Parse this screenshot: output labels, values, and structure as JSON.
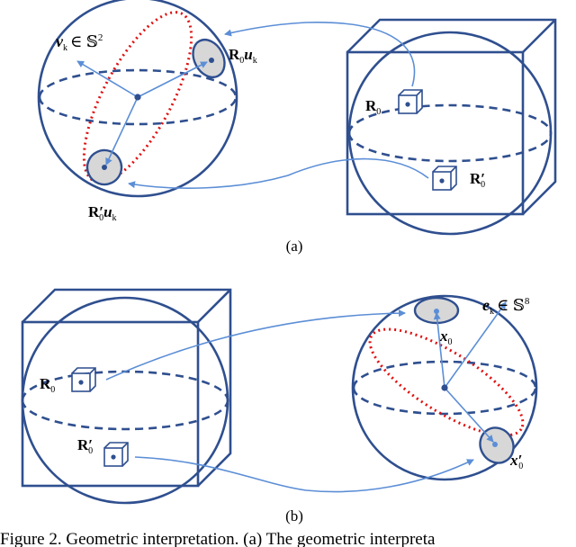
{
  "panel_a": {
    "panel_label": "(a)",
    "sphere_point_label": {
      "v": "v",
      "k": "k",
      "rel": "∈ 𝕊",
      "dim": "2"
    },
    "rotated_point_top": {
      "R": "R",
      "zero": "0",
      "u": "u",
      "k": "k"
    },
    "rotated_point_bottom": {
      "R": "R′",
      "zero": "0",
      "u": "u",
      "k": "k"
    },
    "cube_labels": {
      "R0": "R",
      "R0p": "R′",
      "zero": "0"
    }
  },
  "panel_b": {
    "panel_label": "(b)",
    "sphere_point_label": {
      "e": "e",
      "k": "k",
      "rel": "∈ 𝕊",
      "dim": "8"
    },
    "x_top": {
      "x": "x",
      "zero": "0"
    },
    "x_bottom": {
      "x": "x′",
      "zero": "0"
    },
    "cube_labels": {
      "R0": "R",
      "R0p": "R′",
      "zero": "0"
    }
  },
  "caption": {
    "text": "Figure 2. Geometric interpretation. (a) The geometric interpreta"
  },
  "colors": {
    "outline": "#2f4f8f",
    "arrow": "#5b8ed6",
    "dotted": "#e01010",
    "cap_fill": "#d7d7d7"
  }
}
